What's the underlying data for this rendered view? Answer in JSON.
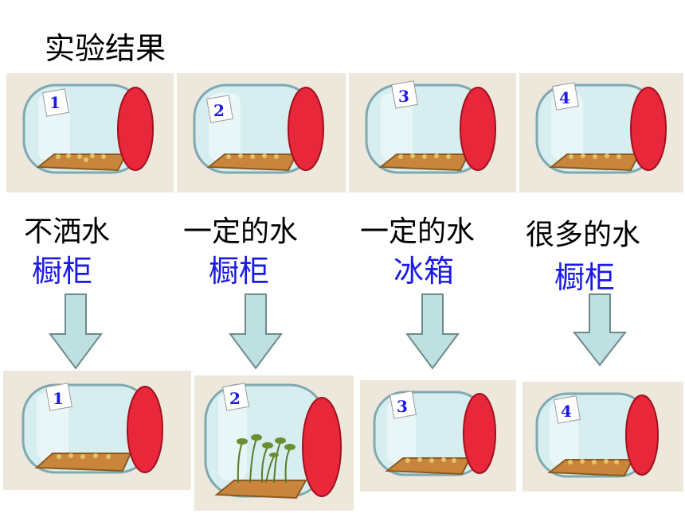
{
  "title": "实验结果",
  "jars": [
    {
      "number": "1",
      "condition": "不洒水",
      "location": "橱柜",
      "result_number": "1",
      "sprouted": false
    },
    {
      "number": "2",
      "condition": "一定的水",
      "location": "橱柜",
      "result_number": "2",
      "sprouted": true
    },
    {
      "number": "3",
      "condition": "一定的水",
      "location": "冰箱",
      "result_number": "3",
      "sprouted": false
    },
    {
      "number": "4",
      "condition": "很多的水",
      "location": "橱柜",
      "result_number": "4",
      "sprouted": false
    }
  ],
  "colors": {
    "label_blue": "#1a1ae6",
    "lid_red": "#e8283a",
    "arrow_fill": "#bfe0e0",
    "arrow_stroke": "#6e8a8a"
  }
}
